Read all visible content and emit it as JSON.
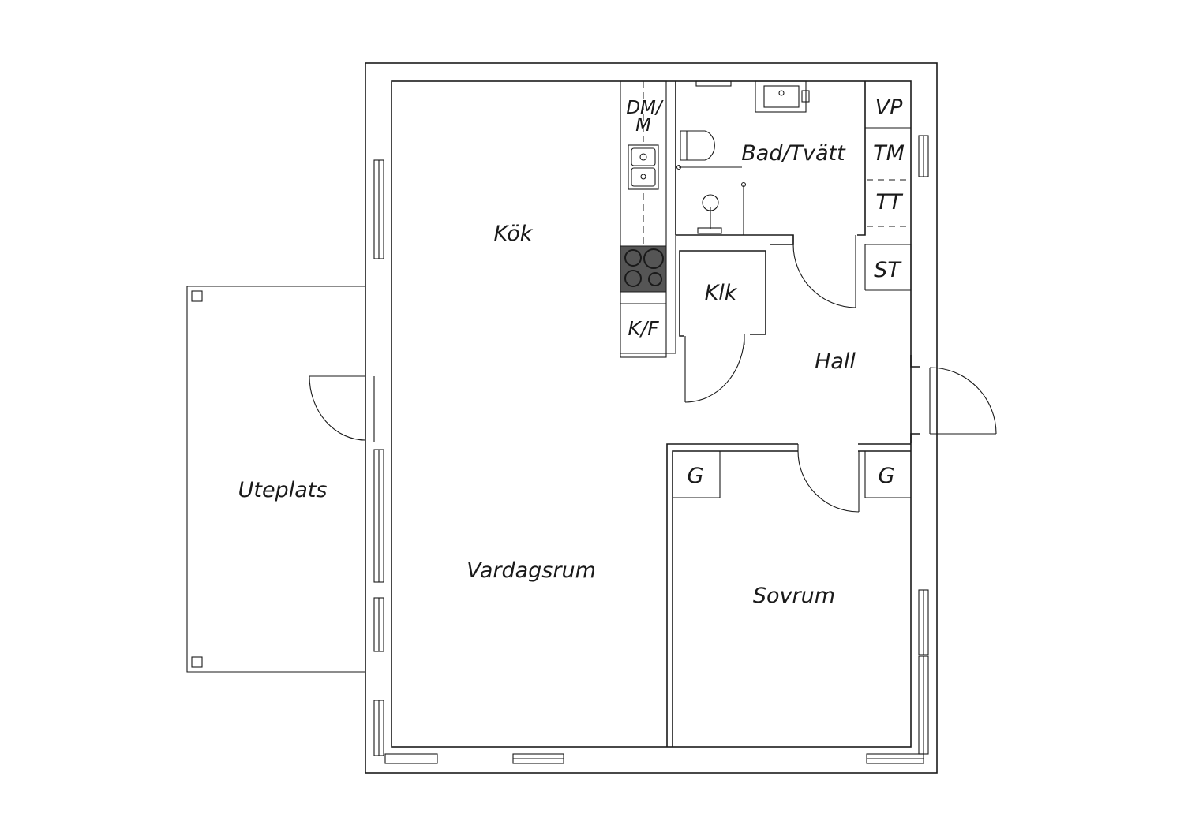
{
  "rooms": {
    "kitchen": "Kök",
    "bath": "Bad/Tvätt",
    "closet": "Klk",
    "hall": "Hall",
    "living": "Vardagsrum",
    "bedroom": "Sovrum",
    "patio": "Uteplats"
  },
  "fixtures": {
    "dishwasher_top": "DM/",
    "dishwasher_bottom": "M",
    "fridge": "K/F",
    "water_heater": "VP",
    "washer": "TM",
    "dryer": "TT",
    "storage": "ST",
    "wardrobe_left": "G",
    "wardrobe_right": "G"
  },
  "colors": {
    "line": "#1a1a1a",
    "background": "#ffffff",
    "stove": "#555555"
  }
}
